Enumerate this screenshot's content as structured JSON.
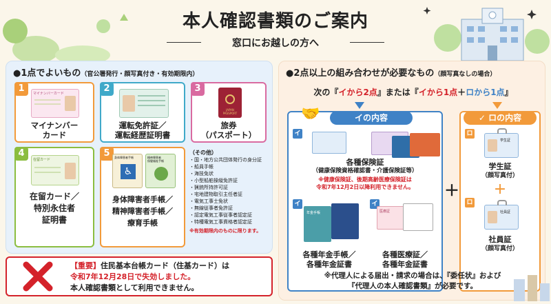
{
  "header": {
    "title": "本人確認書類のご案内",
    "subtitle": "窓口にお越しの方へ"
  },
  "left": {
    "heading": "●1点でよいもの",
    "heading_note": "（官公署発行・顔写真付き・有効期限内）",
    "cards": [
      {
        "num": "1",
        "label": "マイナンバー\nカード",
        "color": "#f29a3a"
      },
      {
        "num": "2",
        "label": "運転免許証／\n運転経歴証明書",
        "color": "#3fa9c9"
      },
      {
        "num": "3",
        "label": "旅券\n（パスポート）",
        "color": "#d96aa0"
      },
      {
        "num": "4",
        "label": "在留カード／\n特別永住者\n証明書",
        "color": "#8bbd3f"
      },
      {
        "num": "5",
        "label": "身体障害者手帳／\n精神障害者手帳／\n療育手帳",
        "color": "#f29a3a"
      }
    ],
    "mini_texts": {
      "my_number": "マイナンバーカード",
      "passport": "JAPAN\nPASSPORT",
      "residence": "在留カード",
      "disability": "身体障害者手帳",
      "disability2": "精神障害者\n保健福祉手帳"
    },
    "others_title": "（その他）",
    "others_items": [
      "・国・地方公共団体発行の身分証",
      "・船員手帳",
      "・海技免状",
      "・小型船舶操縦免許証",
      "・猟銃所持許可証",
      "・宅地建物取引主任者証",
      "・電気工事士免状",
      "・無線従事者免許証",
      "・認定電気工事従事者認定証",
      "・特種電気工事資格者認定証"
    ],
    "others_note": "※有効期限内のものに限ります。"
  },
  "notice": {
    "prefix": "【重要】",
    "line1": "住民基本台帳カード（住基カード）は",
    "line2_red": "令和7年12月28日で失効しました。",
    "line3": "本人確認書類として利用できません。"
  },
  "right": {
    "heading": "●2点以上の組み合わせが必要なもの",
    "heading_note": "（顔写真なしの場合）",
    "combo": {
      "pre": "次の『",
      "a1": "イから2点",
      "mid": "』または『",
      "a2": "イから1点",
      "plus": "＋",
      "a3": "ロから1点",
      "post": "』"
    },
    "i_section": {
      "title": "イの内容",
      "tag": "イ",
      "insurance_label": "各種保険証",
      "insurance_sub": "（健康保険資格確認書・介護保険証等）",
      "warning_line1": "※健康保険証、後期高齢医療保険証は",
      "warning_line2": "令和7年12月2日以降利用できません。",
      "pension_label": "各種年金手帳／\n各種年金証書",
      "medical_label": "各種医療証／\n各種年金証書",
      "doc_pension": "年金手帳",
      "doc_medical": "医療証"
    },
    "ro_section": {
      "title": "ロの内容",
      "tag": "ロ",
      "student_label": "学生証",
      "student_sub": "（顔写真付）",
      "employee_label": "社員証",
      "employee_sub": "（顔写真付）",
      "badge_student": "学生証",
      "badge_employee": "社員証"
    },
    "plus": "＋",
    "footer_line1": "※代理人による届出・請求の場合は、『委任状』および",
    "footer_line2": "『代理人の本人確認書類』が必要です。"
  },
  "colors": {
    "blue": "#3f82c6",
    "orange": "#f29a3a",
    "red": "#d4222a"
  }
}
